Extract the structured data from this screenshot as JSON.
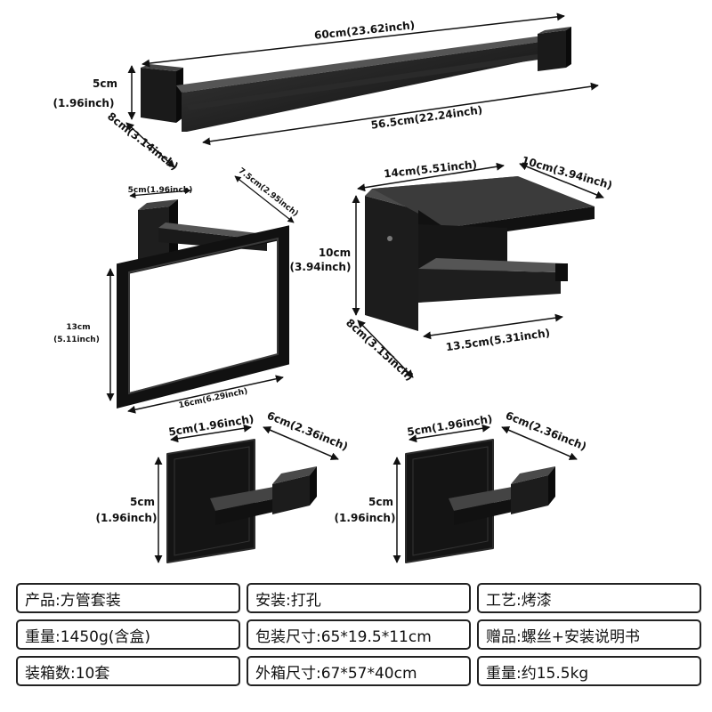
{
  "dimensions": {
    "towel_bar_length_outer": "60cm(23.62inch)",
    "towel_bar_height": "5cm",
    "towel_bar_height_in": "(1.96inch)",
    "towel_bar_depth": "8cm(3.14inch)",
    "towel_bar_length_inner": "56.5cm(22.24inch)",
    "towel_ring_base": "5cm(1.96inch)",
    "towel_ring_depth": "7.5cm(2.95inch)",
    "towel_ring_height": "13cm",
    "towel_ring_height_in": "(5.11inch)",
    "towel_ring_width": "16cm(6.29inch)",
    "paper_holder_top": "14cm(5.51inch)",
    "paper_holder_depth_top": "10cm(3.94inch)",
    "paper_holder_height": "10cm",
    "paper_holder_height_in": "(3.94inch)",
    "paper_holder_depth": "8cm(3.15inch)",
    "paper_holder_width": "13.5cm(5.31inch)",
    "hook_width": "5cm(1.96inch)",
    "hook_depth": "6cm(2.36inch)",
    "hook_height": "5cm",
    "hook_height_in": "(1.96inch)"
  },
  "specs": [
    {
      "label": "产品:方管套装"
    },
    {
      "label": "安装:打孔"
    },
    {
      "label": "工艺:烤漆"
    },
    {
      "label": "重量:1450g(含盒)"
    },
    {
      "label": "包装尺寸:65*19.5*11cm"
    },
    {
      "label": "赠品:螺丝+安装说明书"
    },
    {
      "label": "装箱数:10套"
    },
    {
      "label": "外箱尺寸:67*57*40cm"
    },
    {
      "label": "重量:约15.5kg"
    }
  ]
}
